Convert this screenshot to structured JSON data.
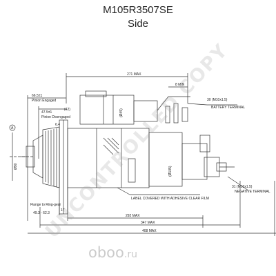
{
  "header": {
    "part_number": "M105R3507SE",
    "view": "Side"
  },
  "dimensions": {
    "overall_271": "271 MAX",
    "stud_8": "8 MIN",
    "dist_66": "66.5±1",
    "pinion_engaged": "Pinion Engaged",
    "dist_47": "47.5±1",
    "pinion_disengaged": "Pinion Disengaged",
    "d42": "(42)",
    "d64": "6.4",
    "d645": "(Ø45)",
    "d105": "(Ø105)",
    "d90": "Ø90",
    "gap_17": "17",
    "flange_note": "Flange to Ring-gear",
    "flange_range": "49.3 - 62.3",
    "len_292": "292 MAX",
    "len_347": "347 MAX",
    "len_408": "408 MAX"
  },
  "callouts": {
    "battery_size": "30 (M10x1.5)",
    "battery_label": "BATTERY TERMINAL",
    "label_note": "LABEL COVERED WITH ADHESIVE CLEAR FILM",
    "neg_size": "31 (M10x1.5)",
    "neg_label": "NEGATIVE TERMINAL",
    "marker_a": "A"
  },
  "watermark": {
    "text": "UNCONTROLLED COPY"
  },
  "logo": {
    "main": "oboo",
    "suffix": ".ru"
  }
}
